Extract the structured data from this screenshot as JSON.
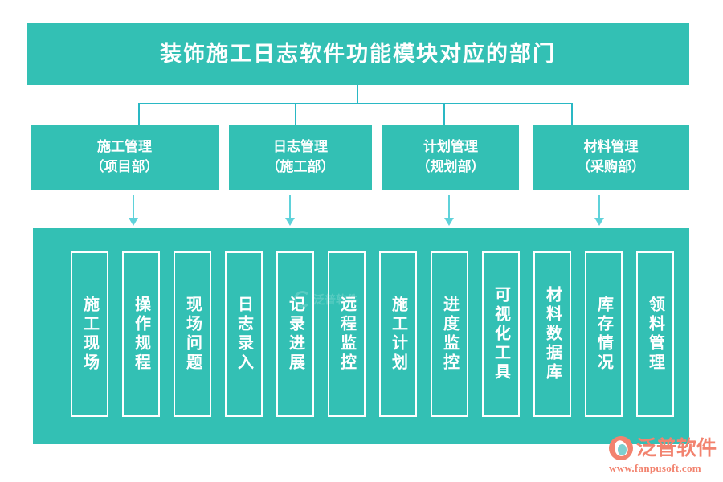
{
  "title": {
    "text": "装饰施工日志软件功能模块对应的部门"
  },
  "departments": [
    {
      "name": "施工管理",
      "owner": "（项目部）"
    },
    {
      "name": "日志管理",
      "owner": "（施工部）"
    },
    {
      "name": "计划管理",
      "owner": "（规划部）"
    },
    {
      "name": "材料管理",
      "owner": "（采购部）"
    }
  ],
  "modules": [
    {
      "label": "施工现场"
    },
    {
      "label": "操作规程"
    },
    {
      "label": "现场问题"
    },
    {
      "label": "日志录入"
    },
    {
      "label": "记录进展"
    },
    {
      "label": "远程监控"
    },
    {
      "label": "施工计划"
    },
    {
      "label": "进度监控"
    },
    {
      "label": "可视化工具"
    },
    {
      "label": "材料数据库"
    },
    {
      "label": "库存情况"
    },
    {
      "label": "领料管理"
    }
  ],
  "watermark": {
    "text": "泛普软件"
  },
  "brand": {
    "name": "泛普软件",
    "url": "www.fanpusoft.com"
  },
  "colors": {
    "teal": "#33c0b4",
    "connector": "#2ab8c4",
    "arrow": "#5fd2da",
    "brand": "#f2836f",
    "text_on_teal": "#ffffff",
    "background": "#ffffff"
  }
}
